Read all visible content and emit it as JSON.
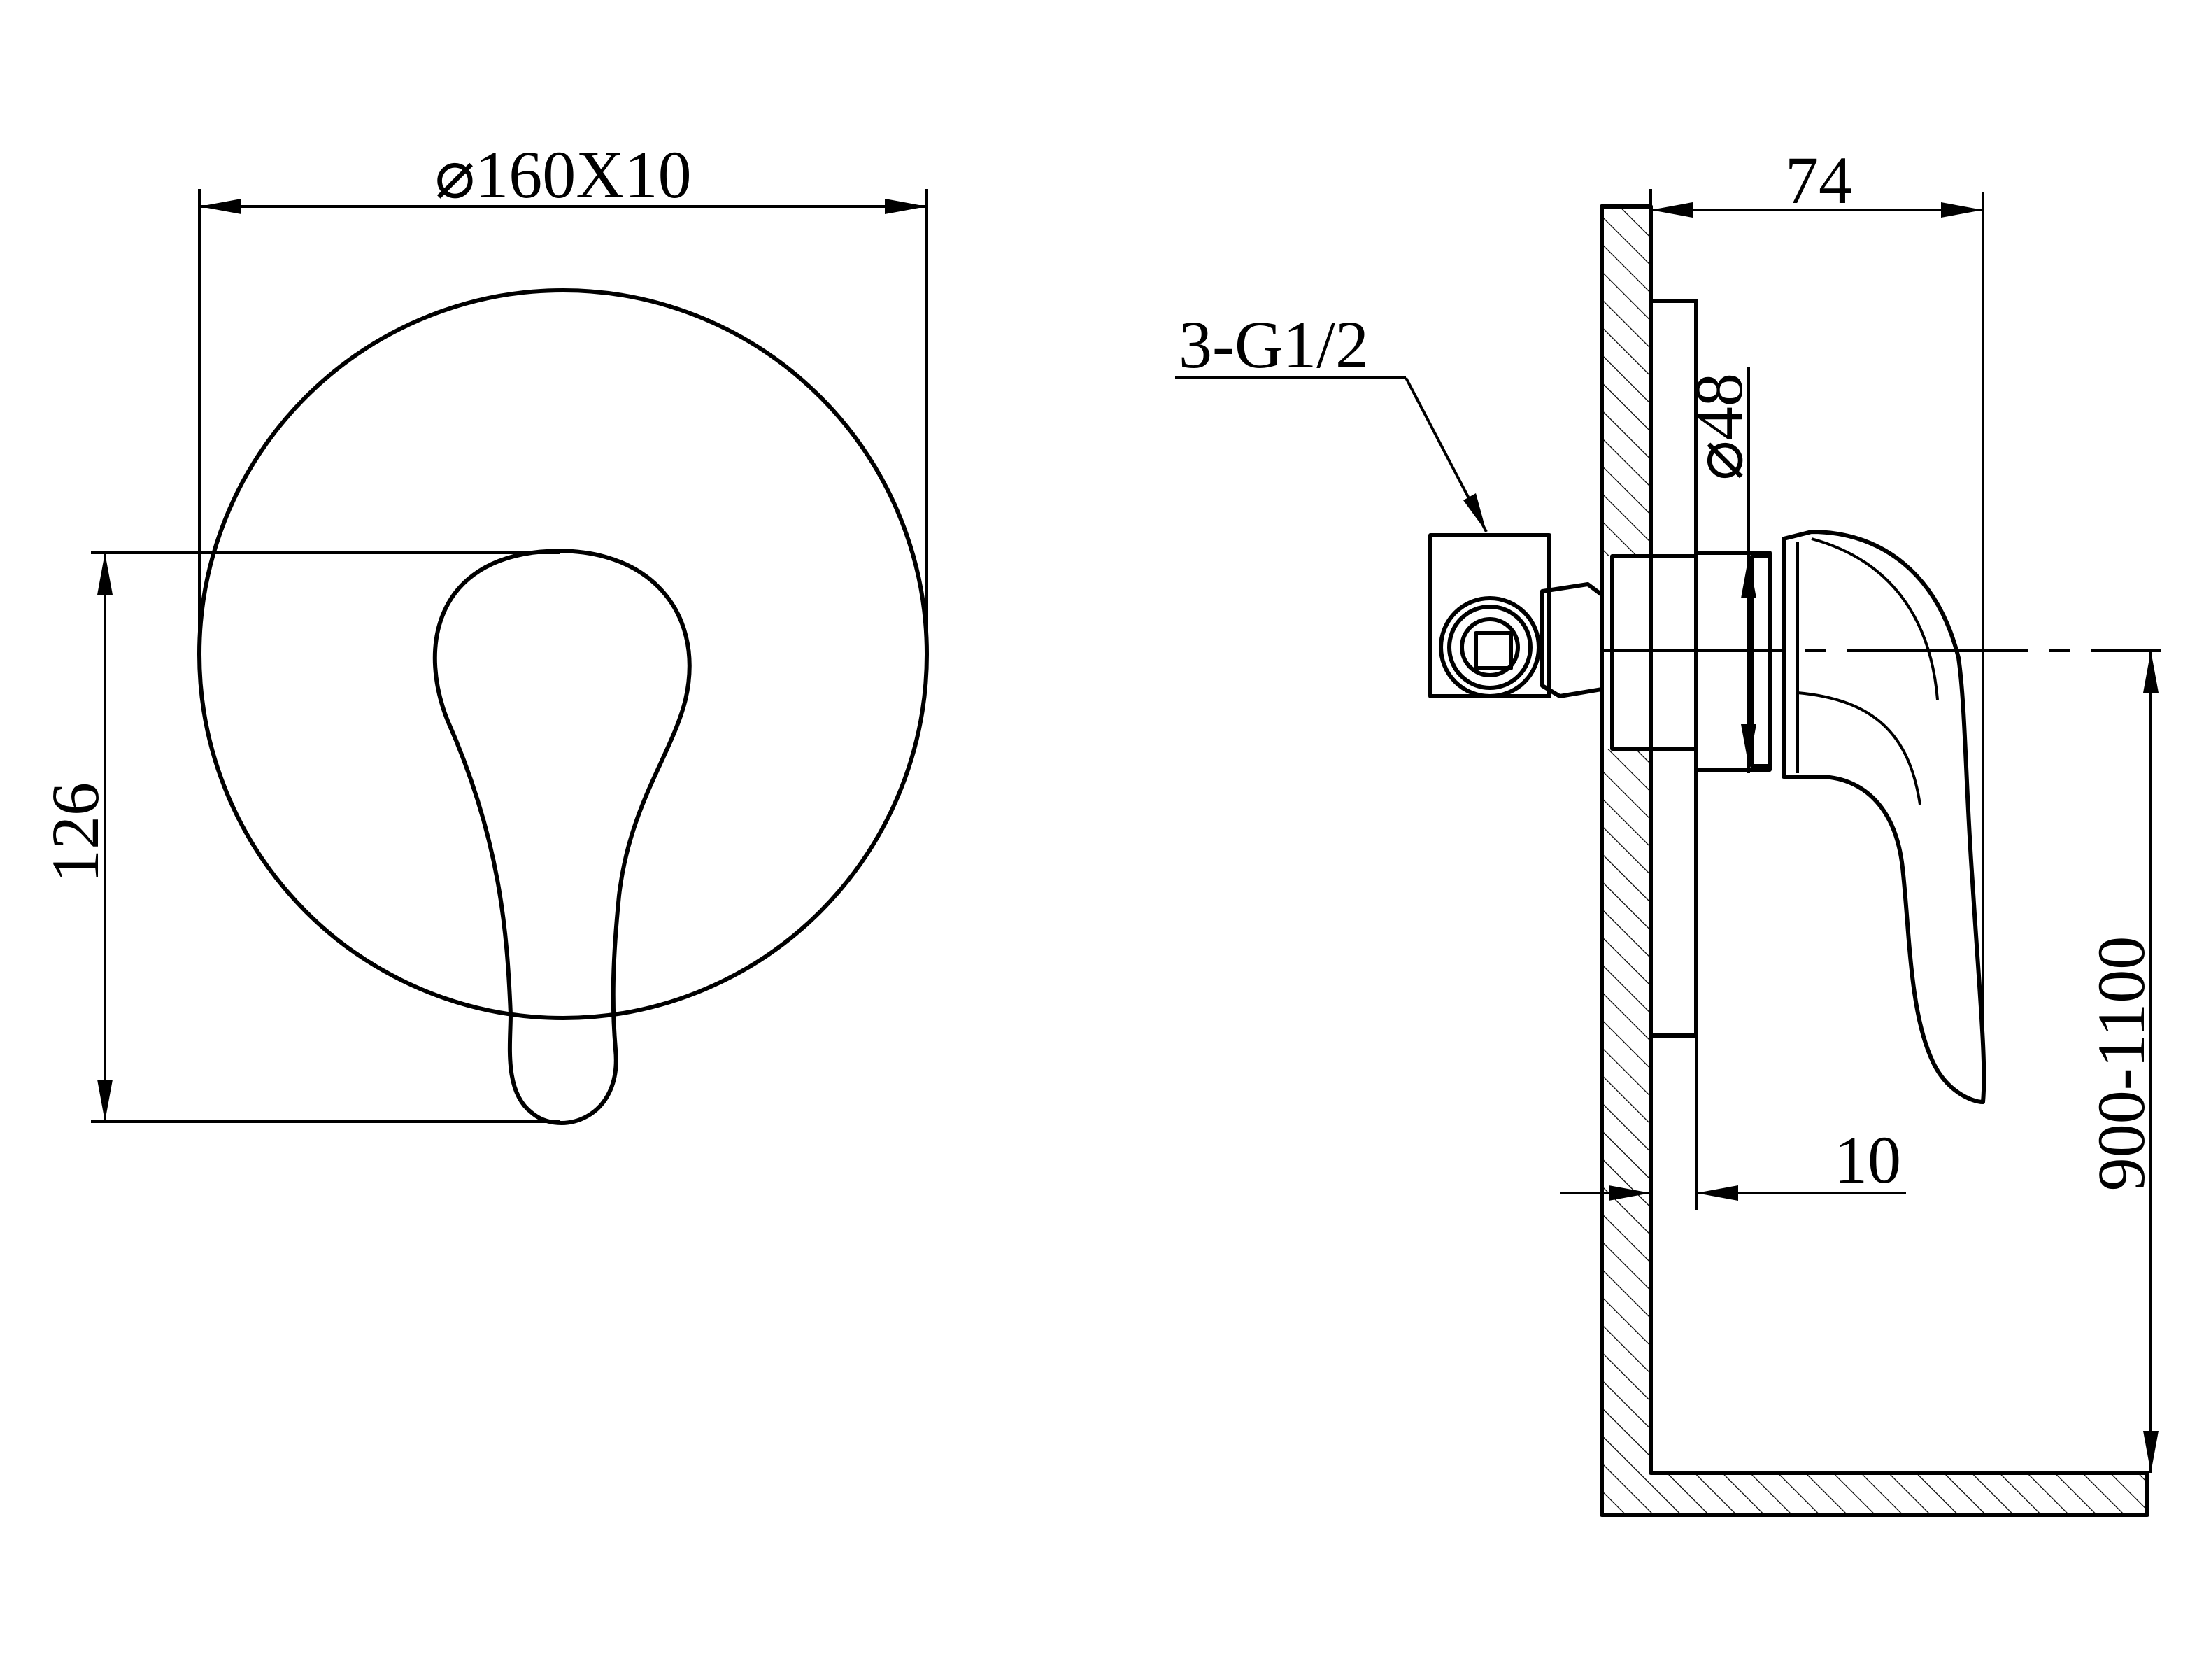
{
  "dimensions": {
    "plate_diameter": "⌀160X10",
    "handle_height": "126",
    "depth": "74",
    "connection": "3-G1/2",
    "body_diameter": "⌀48",
    "plate_thickness": "10",
    "mount_height": "900-1100"
  }
}
